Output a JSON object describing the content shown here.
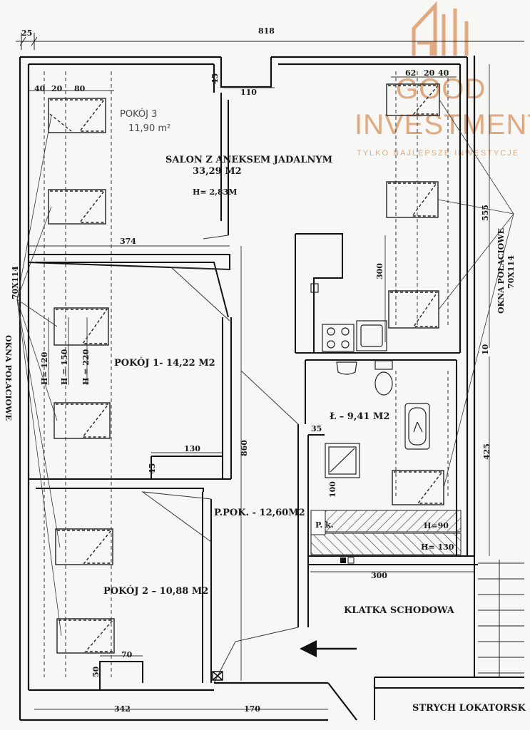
{
  "logo": {
    "line1": "GOOD",
    "line2": "INVESTMENT",
    "tagline": "TYLKO NAJLEPSZE INWESTYCJE",
    "color": "#e2a97e"
  },
  "rooms": {
    "salon_name": "SALON Z ANEKSEM JADALNYM",
    "salon_area": "33,29 M2",
    "salon_height": "H= 2,83M",
    "salon_note": "POKÓJ 3",
    "salon_note_area": "11,90 m²",
    "pokoj1": "POKÓJ 1- 14,22 M2",
    "pokoj2": "POKÓJ 2 – 10,88 M2",
    "lazienka": "Ł – 9,41 M2",
    "przedpokoj": "P.POK. - 12,60M2",
    "klatka": "KLATKA SCHODOWA",
    "strych": "STRYCH LOKATORSK"
  },
  "windows": {
    "label": "OKNA POŁACIOWE",
    "size": "70X114",
    "left_label": "OKNA POŁACIOWE",
    "left_size": "70X114"
  },
  "dimensions": {
    "top_25": "25",
    "top_818": "818",
    "d40": "40",
    "d20": "20",
    "d80": "80",
    "d45_top": "45",
    "d110": "110",
    "d62": "62",
    "d20r": "20",
    "d40r": "40",
    "d555": "555",
    "d374": "374",
    "d300_kitchen": "300",
    "d10": "10",
    "d120": "H= 120",
    "d150": "H = 150",
    "d220": "H = 220",
    "d130": "130",
    "d45_mid": "45",
    "d860": "860",
    "d35": "35",
    "d425": "425",
    "d100": "100",
    "h90": "H=90",
    "h130": "H= 130",
    "d300_stair": "300",
    "d70": "70",
    "d50": "50",
    "d342": "342",
    "d170": "170",
    "pk": "P. k."
  }
}
